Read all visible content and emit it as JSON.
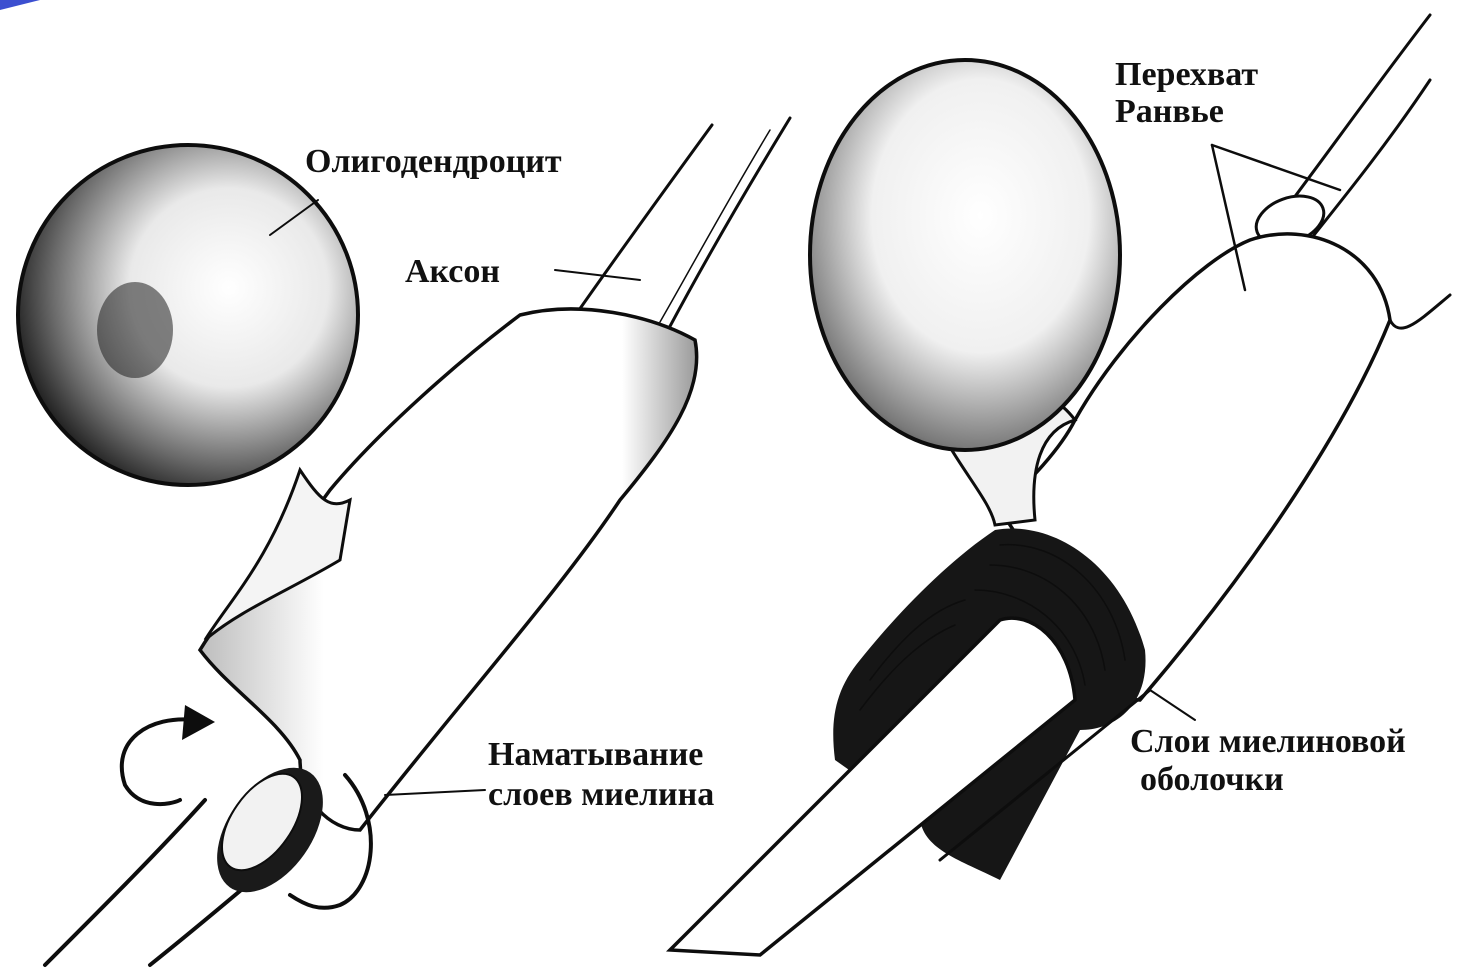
{
  "colors": {
    "ink": "#0d0d0d",
    "shade": "#2a2a2a",
    "paper": "#ffffff",
    "corner": "#3c4fd0"
  },
  "labels": {
    "oligodendrocyte": "Олигодендроцит",
    "axon": "Аксон",
    "wrapping_line1": "Наматывание",
    "wrapping_line2": "слоев миелина",
    "node_line1": "Перехват",
    "node_line2": "Ранвье",
    "layers_line1": "Слои миелиновой",
    "layers_line2": "оболочки"
  }
}
